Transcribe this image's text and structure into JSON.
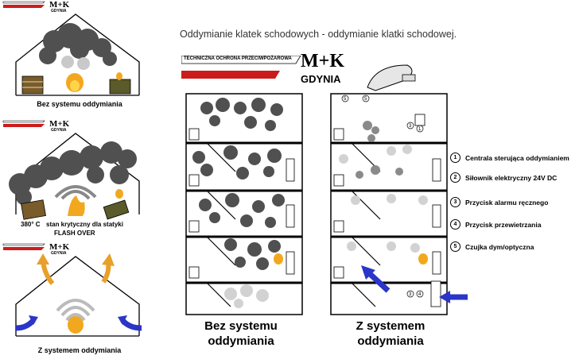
{
  "header": {
    "title": "Oddymianie klatek schodowych - oddymianie klatki schodowej."
  },
  "logo": {
    "band_text": "TECHNICZNA OCHRONA PRZECIWPOŻAROWA",
    "brand": "M+K",
    "city": "GDYNIA",
    "colors": {
      "red": "#cc1b1b",
      "black": "#000000"
    }
  },
  "small_panels": [
    {
      "caption": "Bez systemu oddymiania"
    },
    {
      "caption_temp": "380° C",
      "caption_state": "stan krytyczny dla statyki",
      "caption_flash": "FLASH OVER"
    },
    {
      "caption": "Z systemem oddymiania"
    }
  ],
  "buildings": [
    {
      "caption_line1": "Bez systemu",
      "caption_line2": "oddymiania"
    },
    {
      "caption_line1": "Z systemem",
      "caption_line2": "oddymiania"
    }
  ],
  "legend": [
    {
      "num": "1",
      "label": "Centrala sterująca oddymianiem"
    },
    {
      "num": "2",
      "label": "Siłownik elektryczny 24V DC"
    },
    {
      "num": "3",
      "label": "Przycisk alarmu ręcznego"
    },
    {
      "num": "4",
      "label": "Przycisk przewietrzania"
    },
    {
      "num": "5",
      "label": "Czujka dym/optyczna"
    }
  ],
  "colors": {
    "smoke_dark": "#505050",
    "smoke_light": "#d2d2d2",
    "fire": "#f2a81e",
    "arrow_blue": "#2b35c8",
    "arrow_orange": "#e8a02a"
  }
}
